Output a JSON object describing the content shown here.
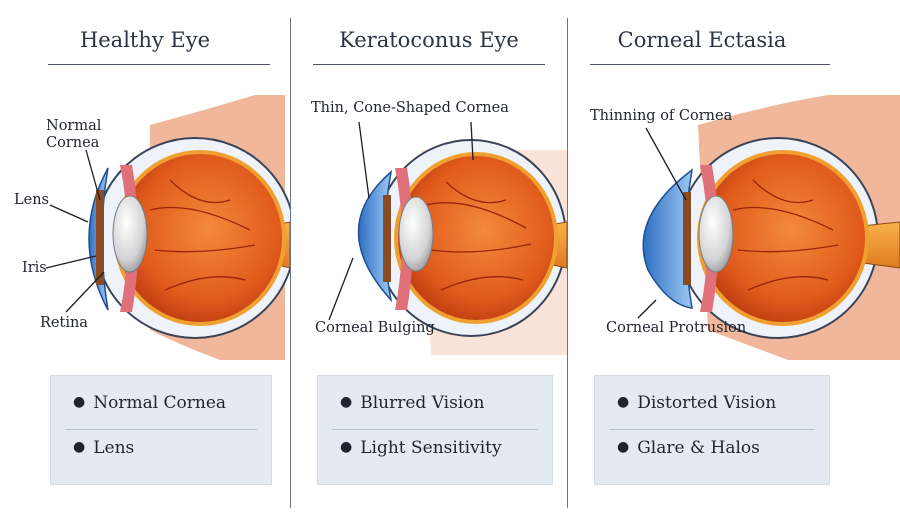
{
  "panels": [
    {
      "title": "Healthy Eye",
      "labels": [
        "Normal\nCornea",
        "Lens",
        "Iris",
        "Retina"
      ],
      "bullets": [
        "Normal Cornea",
        "Lens"
      ]
    },
    {
      "title": "Keratoconus Eye",
      "labels": [
        "Thin, Cone-Shaped Cornea",
        "Corneal Bulging"
      ],
      "bullets": [
        "Blurred Vision",
        "Light Sensitivity"
      ]
    },
    {
      "title": "Corneal Ectasia",
      "labels": [
        "Thinning of Cornea",
        "Corneal Protrusion"
      ],
      "bullets": [
        "Distorted Vision",
        "Glare & Halos"
      ]
    }
  ],
  "colors": {
    "sclera": "#e9eef7",
    "eyeball": "#e8571e",
    "cornea": "#4e8fd8",
    "iris": "#8a4a22",
    "lens": "#d8d8d8",
    "box": "#e4eaf1"
  },
  "icons": [
    "bullet-dot-icon"
  ]
}
